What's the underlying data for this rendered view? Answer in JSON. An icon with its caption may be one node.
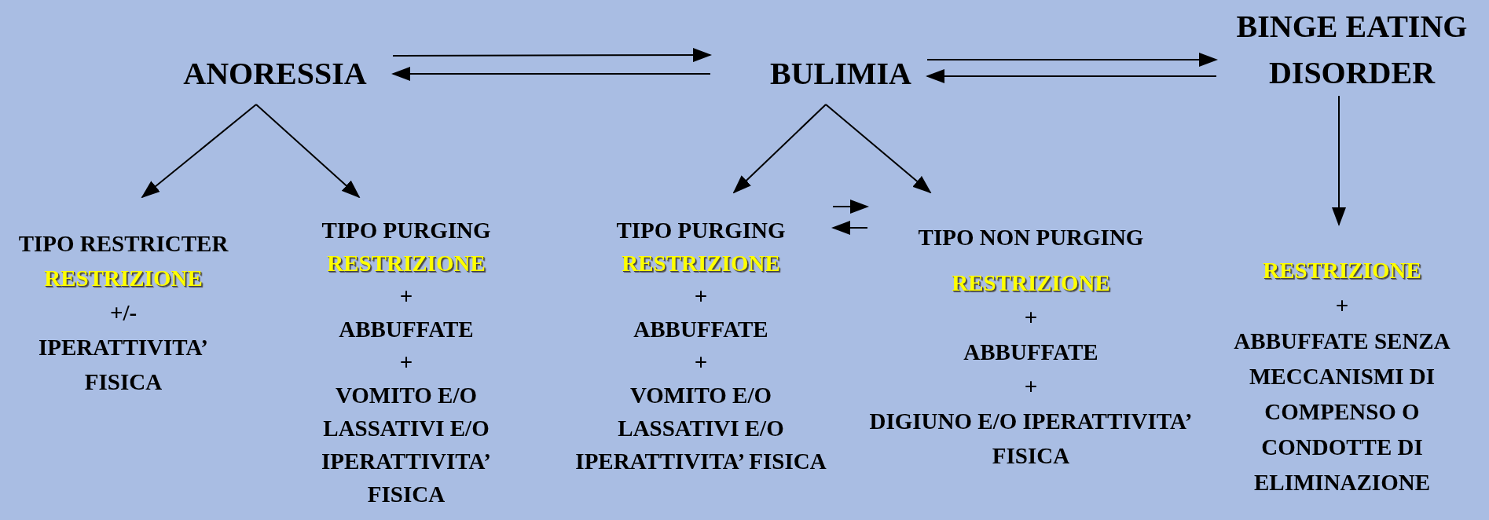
{
  "diagram": {
    "nodes": [
      {
        "text": [
          "ANORESSIA"
        ]
      },
      {
        "text": [
          "BULIMIA"
        ]
      },
      {
        "text": [
          "BINGE EATING DISORDER"
        ]
      },
      {
        "text": [
          "TIPO RESTRICTER",
          "RESTRIZIONE",
          "+/-",
          "IPERATTIVITA’ FISICA"
        ]
      },
      {
        "text": [
          "TIPO PURGING",
          "RESTRIZIONE",
          "+",
          "ABBUFFATE",
          "+",
          "VOMITO E/O LASSATIVI E/O IPERATTIVITA’ FISICA"
        ]
      },
      {
        "text": [
          "TIPO PURGING",
          "RESTRIZIONE",
          "+",
          "ABBUFFATE",
          "+",
          "VOMITO E/O LASSATIVI E/O IPERATTIVITA’ FISICA"
        ]
      },
      {
        "text": [
          "TIPO NON PURGING",
          "RESTRIZIONE",
          "+",
          "ABBUFFATE",
          "+",
          "DIGIUNO E/O IPERATTIVITA’ FISICA"
        ]
      },
      {
        "text": [
          "RESTRIZIONE",
          "+",
          "ABBUFFATE SENZA MECCANISMI DI COMPENSO O CONDOTTE DI ELIMINAZIONE"
        ]
      }
    ],
    "edges": [
      {
        "from": 0,
        "to": 1,
        "arrow": "to"
      },
      {
        "from": 1,
        "to": 0,
        "arrow": "to"
      },
      {
        "from": 1,
        "to": 2,
        "arrow": "to"
      },
      {
        "from": 2,
        "to": 1,
        "arrow": "to"
      },
      {
        "from": 0,
        "to": 3,
        "arrow": "to"
      },
      {
        "from": 0,
        "to": 4,
        "arrow": "to"
      },
      {
        "from": 1,
        "to": 5,
        "arrow": "to"
      },
      {
        "from": 1,
        "to": 6,
        "arrow": "to"
      },
      {
        "from": 5,
        "to": 6,
        "arrow": "to"
      },
      {
        "from": 6,
        "to": 5,
        "arrow": "to"
      },
      {
        "from": 2,
        "to": 7,
        "arrow": "to"
      }
    ]
  }
}
